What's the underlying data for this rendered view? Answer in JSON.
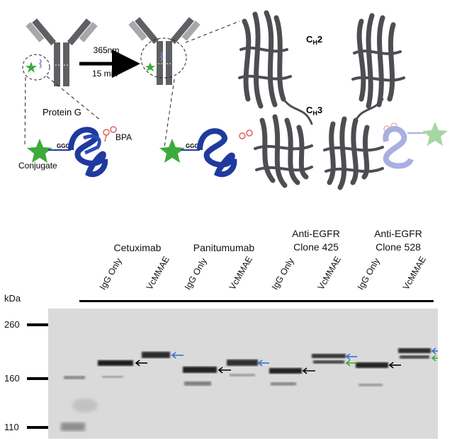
{
  "schematic": {
    "step_wavelength": "365nm",
    "step_time": "15 min",
    "domain_ch2": "CH2",
    "domain_ch3": "CH3",
    "protein_label": "Protein G",
    "crosslinker_label": "BPA",
    "linker_text": "GGG",
    "conjugate_label": "Conjugate",
    "colors": {
      "antibody": "#606266",
      "protein_g": "#1f3a9e",
      "protein_g_faded": "#9fa6dd",
      "conjugate": "#3cab3b",
      "bpa": "#e06060"
    }
  },
  "gel": {
    "kda_label": "kDa",
    "markers": [
      "260",
      "160",
      "110"
    ],
    "groups": [
      {
        "name_lines": [
          "Cetuximab"
        ],
        "lanes": [
          "IgG Only",
          "VcMMAE"
        ]
      },
      {
        "name_lines": [
          "Panitumumab"
        ],
        "lanes": [
          "IgG Only",
          "VcMMAE"
        ]
      },
      {
        "name_lines": [
          "Anti-EGFR",
          "Clone 425"
        ],
        "lanes": [
          "IgG Only",
          "VcMMAE"
        ]
      },
      {
        "name_lines": [
          "Anti-EGFR",
          "Clone 528"
        ],
        "lanes": [
          "IgG Only",
          "VcMMAE"
        ]
      }
    ],
    "arrow_colors": {
      "unconjugated": "#000000",
      "conjugated": "#3a6fd8",
      "secondary": "#3cab3b"
    }
  }
}
